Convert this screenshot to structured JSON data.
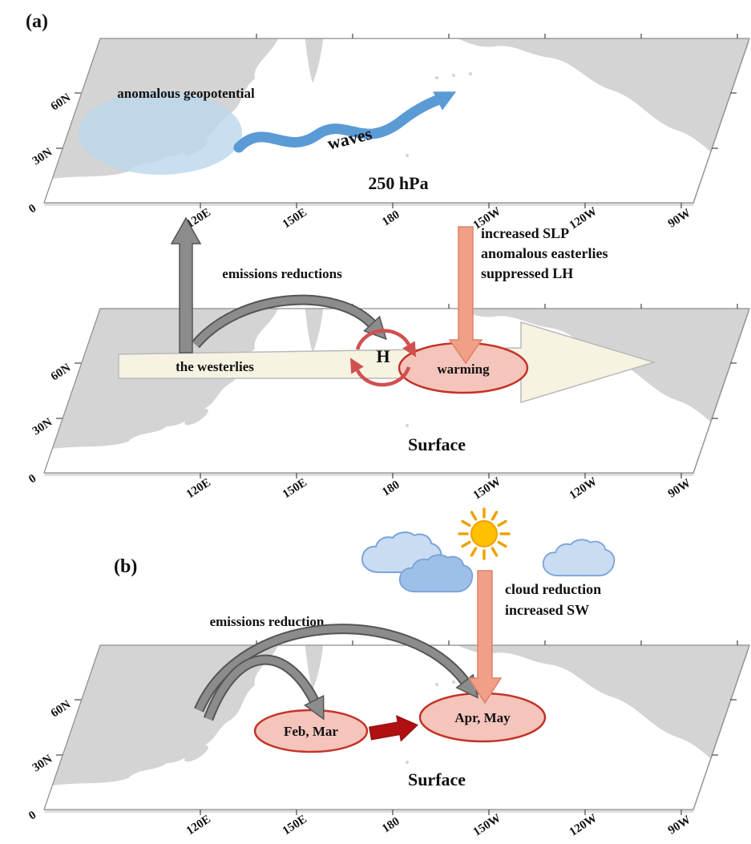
{
  "figure": {
    "panel_a_label": "(a)",
    "panel_b_label": "(b)"
  },
  "axes": {
    "lat_labels": [
      "60N",
      "30N",
      "0"
    ],
    "lon_labels": [
      "120E",
      "150E",
      "180",
      "150W",
      "120W",
      "90W"
    ]
  },
  "panel_a": {
    "upper_map_title": "250 hPa",
    "geopotential_label": "anomalous geopotential",
    "waves_label": "waves",
    "emissions_label": "emissions reductions",
    "forcing_lines": [
      "increased SLP",
      "anomalous easterlies",
      "suppressed LH"
    ],
    "high_label": "H",
    "westerlies_label": "the westerlies",
    "warming_label": "warming",
    "surface_map_title": "Surface"
  },
  "panel_b": {
    "radiation_lines": [
      "cloud reduction",
      "increased SW"
    ],
    "emissions_label": "emissions reduction",
    "feb_mar_label": "Feb, Mar",
    "apr_may_label": "Apr, May",
    "surface_map_title": "Surface"
  },
  "colors": {
    "land": "#d4d4d4",
    "plate_edge": "#8c8c8c",
    "blue_region": "#b9d7ea",
    "wave_arrow": "#5b9bd5",
    "gray_arrow": "#8c8c8c",
    "gray_arrow_edge": "#555555",
    "salmon_arrow": "#f19f87",
    "salmon_arrow_edge": "#d9836c",
    "ellipse_fill": "#f5c4bb",
    "ellipse_edge": "#c23428",
    "ellipse_text": "#5c1616",
    "high_red": "#e03030",
    "circulation_red": "#d05050",
    "westerlies_fill": "#f6f3e2",
    "westerlies_edge": "#b9b9b9",
    "red_arrow": "#b01010",
    "sun_core": "#ffc000",
    "sun_ray": "#f0a000",
    "cloud_light": "#c9dcf2",
    "cloud_dark": "#9dbfe8",
    "cloud_edge": "#7aa4d8"
  }
}
